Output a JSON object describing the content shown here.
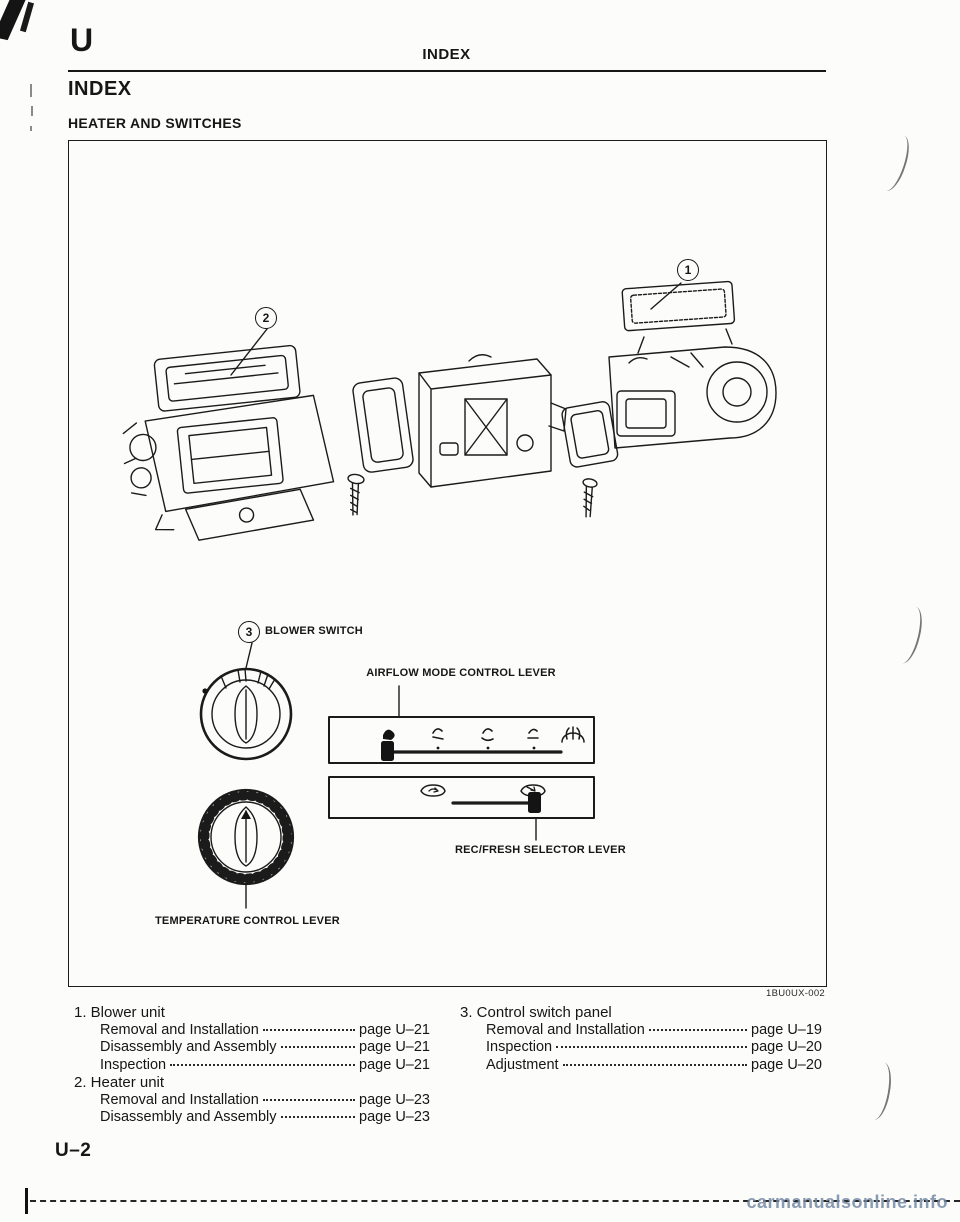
{
  "page": {
    "header_letter": "U",
    "header_title": "INDEX",
    "section_title": "INDEX",
    "subsection_title": "HEATER AND SWITCHES",
    "page_number": "U–2",
    "figure_code": "1BU0UX-002",
    "watermark": "carmanualsonline.info"
  },
  "figure": {
    "callout_1": "1",
    "callout_2": "2",
    "callout_3": "3",
    "blower_switch_label": "BLOWER SWITCH",
    "airflow_label": "AIRFLOW MODE CONTROL LEVER",
    "recfresh_label": "REC/FRESH SELECTOR LEVER",
    "temperature_label": "TEMPERATURE CONTROL LEVER"
  },
  "index": {
    "left": [
      {
        "title": "1. Blower unit",
        "entries": [
          {
            "label": "Removal and Installation",
            "page": "page U–21"
          },
          {
            "label": "Disassembly and Assembly",
            "page": "page U–21"
          },
          {
            "label": "Inspection",
            "page": "page U–21"
          }
        ]
      },
      {
        "title": "2. Heater unit",
        "entries": [
          {
            "label": "Removal and Installation",
            "page": "page U–23"
          },
          {
            "label": "Disassembly and Assembly",
            "page": "page U–23"
          }
        ]
      }
    ],
    "right": [
      {
        "title": "3. Control switch panel",
        "entries": [
          {
            "label": "Removal and Installation",
            "page": "page U–19"
          },
          {
            "label": "Inspection",
            "page": "page U–20"
          },
          {
            "label": "Adjustment",
            "page": "page U–20"
          }
        ]
      }
    ]
  }
}
